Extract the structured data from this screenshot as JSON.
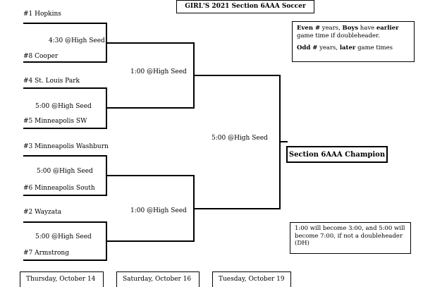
{
  "title": "GIRL'S 2021 Section 6AAA Soccer",
  "round1": [
    {
      "top_team": "#1 Hopkins",
      "game": "4:30 @High Seed",
      "bottom_team": "#8 Cooper"
    },
    {
      "top_team": "#4 St. Louis Park",
      "game": "5:00 @High Seed",
      "bottom_team": "#5 Minneapolis SW"
    },
    {
      "top_team": "#3 Minneapolis Washburn",
      "game": "5:00 @High Seed",
      "bottom_team": "#6 Minneapolis South"
    },
    {
      "top_team": "#2 Wayzata",
      "game": "5:00 @High Seed",
      "bottom_team": "#7 Armstrong"
    }
  ],
  "semifinals": [
    "1:00 @High Seed",
    "1:00 @High Seed"
  ],
  "final": "5:00 @High Seed",
  "champion_label": "Section 6AAA Champion",
  "note": {
    "even_bold": "Even #",
    "even_text1": " years, ",
    "boys_bold": "Boys",
    "even_text2": " have ",
    "earlier_bold": "earlier",
    "even_text3": " game time if doubleheader.",
    "odd_bold": "Odd #",
    "odd_text1": " years, ",
    "later_bold": "later",
    "odd_text2": " game times"
  },
  "dh_note": "1:00 will become 3:00, and 5:00 will become 7:00, if not a doubleheader (DH)",
  "days": [
    "Thursday, October 14",
    "Saturday, October 16",
    "Tuesday, October 19"
  ]
}
